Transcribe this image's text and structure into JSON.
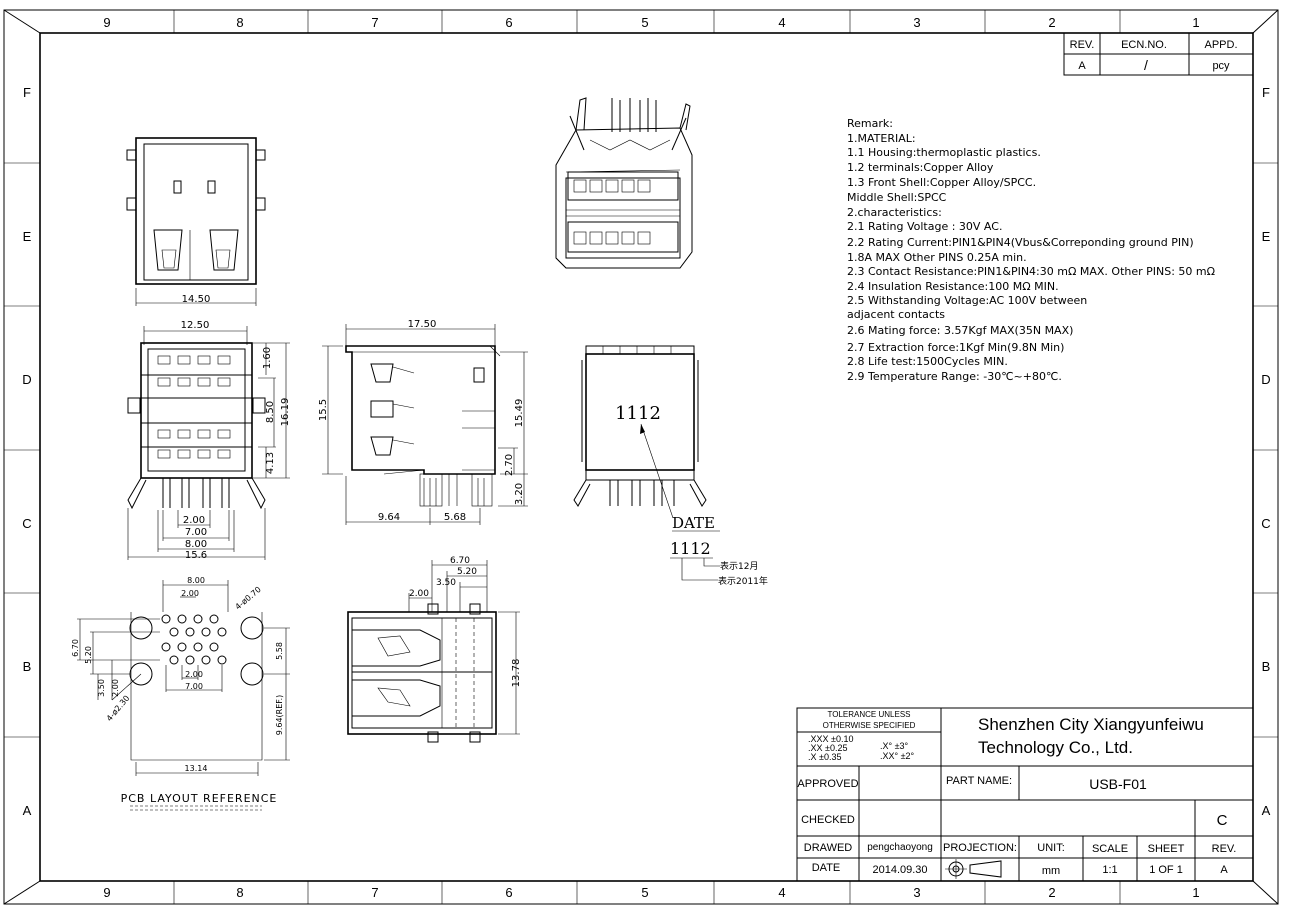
{
  "border": {
    "columns_top": [
      "9",
      "8",
      "7",
      "6",
      "5",
      "4",
      "3",
      "2",
      "1"
    ],
    "columns_bottom": [
      "9",
      "8",
      "7",
      "6",
      "5",
      "4",
      "3",
      "2",
      "1"
    ],
    "rows_left": [
      "F",
      "E",
      "D",
      "C",
      "B",
      "A"
    ],
    "rows_right": [
      "F",
      "E",
      "D",
      "C",
      "B",
      "A"
    ]
  },
  "revision_table": {
    "headers": [
      "REV.",
      "ECN.NO.",
      "APPD."
    ],
    "row": [
      "A",
      "/",
      "pcy"
    ]
  },
  "remarks": [
    "Remark:",
    "1.MATERIAL:",
    "  1.1  Housing:thermoplastic plastics.",
    "  1.2  terminals:Copper Alloy",
    "  1.3  Front Shell:Copper Alloy/SPCC.",
    "          Middle Shell:SPCC",
    "2.characteristics:",
    "  2.1  Rating Voltage : 30V AC.",
    "  2.2  Rating Current:PIN1&PIN4(Vbus&Correponding ground PIN)",
    "          1.8A MAX   Other PINS 0.25A min.",
    "  2.3  Contact Resistance:PIN1&PIN4:30 mΩ MAX. Other PINS: 50 mΩ",
    "  2.4  Insulation Resistance:100 MΩ MIN.",
    "  2.5  Withstanding Voltage:AC 100V between",
    "         adjacent contacts",
    "  2.6  Mating force: 3.57Kgf MAX(35N MAX)",
    "  2.7  Extraction force:1Kgf Min(9.8N Min)",
    "  2.8  Life test:1500Cycles MIN.",
    "  2.9  Temperature Range: -30℃~+80℃."
  ],
  "dimensions": {
    "front_width": "14.50",
    "top_width": "12.50",
    "top_v1": "1.60",
    "top_v2": "8.50",
    "top_v3": "16.19",
    "top_v4": "4.13",
    "top_pin1": "2.00",
    "top_pin2": "7.00",
    "top_pin3": "8.00",
    "top_total": "15.6",
    "side_width": "17.50",
    "side_height": "15.5",
    "side_right": "15.49",
    "side_270": "2.70",
    "side_320": "3.20",
    "side_964": "9.64",
    "side_568": "5.68",
    "bottom_670": "6.70",
    "bottom_520": "5.20",
    "bottom_350": "3.50",
    "bottom_200": "2.00",
    "bottom_1378": "13.78",
    "pcb_800": "8.00",
    "pcb_200a": "2.00",
    "pcb_hole": "4-ø0.70",
    "pcb_670": "6.70",
    "pcb_520": "5.20",
    "pcb_200b": "2.00",
    "pcb_700": "7.00",
    "pcb_350": "3.50",
    "pcb_200c": "2.00",
    "pcb_peg": "4-ø2.30",
    "pcb_558": "5.58",
    "pcb_964": "9.64(REF.)",
    "pcb_1314": "13.14"
  },
  "pcb_label": "PCB LAYOUT REFERENCE",
  "date_code": {
    "mark": "1112",
    "label": "DATE",
    "legend_code": "1112",
    "legend_month": "表示12月",
    "legend_year": "表示2011年"
  },
  "title_block": {
    "tolerance_title": "TOLERANCE  UNLESS",
    "tolerance_sub": "OTHERWISE  SPECIFIED",
    "tol_xxx": ".XXX  ±0.10",
    "tol_xx": ".XX    ±0.25",
    "tol_x": ".X      ±0.35",
    "tol_ang1": ".X°     ±3°",
    "tol_ang2": ".XX°   ±2°",
    "company_line1": "Shenzhen City Xiangyunfeiwu",
    "company_line2": "Technology Co., Ltd.",
    "approved_label": "APPROVED",
    "checked_label": "CHECKED",
    "drawed_label": "DRAWED",
    "drawed_value": "pengchaoyong",
    "date_label": "DATE",
    "date_value": "2014.09.30",
    "part_name_label": "PART NAME:",
    "part_name_value": "USB-F01",
    "rev_letter": "C",
    "projection_label": "PROJECTION:",
    "unit_label": "UNIT:",
    "unit_value": "mm",
    "scale_label": "SCALE",
    "scale_value": "1:1",
    "sheet_label": "SHEET",
    "sheet_value": "1  OF  1",
    "rev_label": "REV.",
    "rev_value": "A"
  }
}
